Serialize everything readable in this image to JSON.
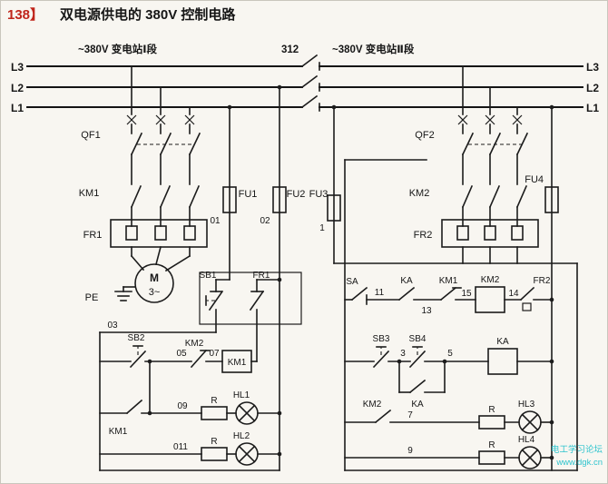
{
  "page": {
    "background": "#f8f6f1",
    "ink_color": "#1c1c1c",
    "accent_red": "#c0251b",
    "watermark_color": "#2fc4ce"
  },
  "header": {
    "index": "138】",
    "title": "双电源供电的 380V 控制电路"
  },
  "power": {
    "station1_label": "~380V 变电站Ⅰ段",
    "tie_label": "312",
    "station2_label": "~380V 变电站Ⅱ段",
    "left_labels": [
      "L3",
      "L2",
      "L1"
    ],
    "right_labels": [
      "L3",
      "L2",
      "L1"
    ]
  },
  "feeder_left": {
    "breaker": "QF1",
    "contactor": "KM1",
    "overload": "FR1",
    "motor_letter": "M",
    "motor_phase": "3~",
    "ground": "PE",
    "fuse1": "FU1",
    "wire01": "01",
    "fuse2": "FU2",
    "wire02": "02",
    "fuse3": "FU3",
    "wire1": "1"
  },
  "feeder_right": {
    "breaker": "QF2",
    "contactor": "KM2",
    "overload": "FR2",
    "fuse4": "FU4"
  },
  "control_left": {
    "stop_button": "SB1",
    "overload_contact": "FR1",
    "wire03": "03",
    "start_button": "SB2",
    "interlock_contact": "KM2",
    "wire05": "05",
    "wire07": "07",
    "coil": "KM1",
    "aux_contact": "KM1",
    "wire09": "09",
    "resistor1": "R",
    "lamp1": "HL1",
    "wire011": "011",
    "resistor2": "R",
    "lamp2": "HL2"
  },
  "control_right": {
    "selector": "SA",
    "wire11": "11",
    "relay_contact": "KA",
    "wire13": "13",
    "interlock_contact": "KM1",
    "wire15": "15",
    "coil": "KM2",
    "wire14": "14",
    "overload_contact": "FR2",
    "button3": "SB3",
    "wire3": "3",
    "button4": "SB4",
    "wire5": "5",
    "relay_coil": "KA",
    "seal_contact": "KA",
    "lamp_contact": "KM2",
    "wire7": "7",
    "resistor3": "R",
    "lamp3": "HL3",
    "wire9": "9",
    "resistor4": "R",
    "lamp4": "HL4"
  },
  "watermark": {
    "line1": "电工学习论坛",
    "line2": "www.dgk.cn"
  }
}
